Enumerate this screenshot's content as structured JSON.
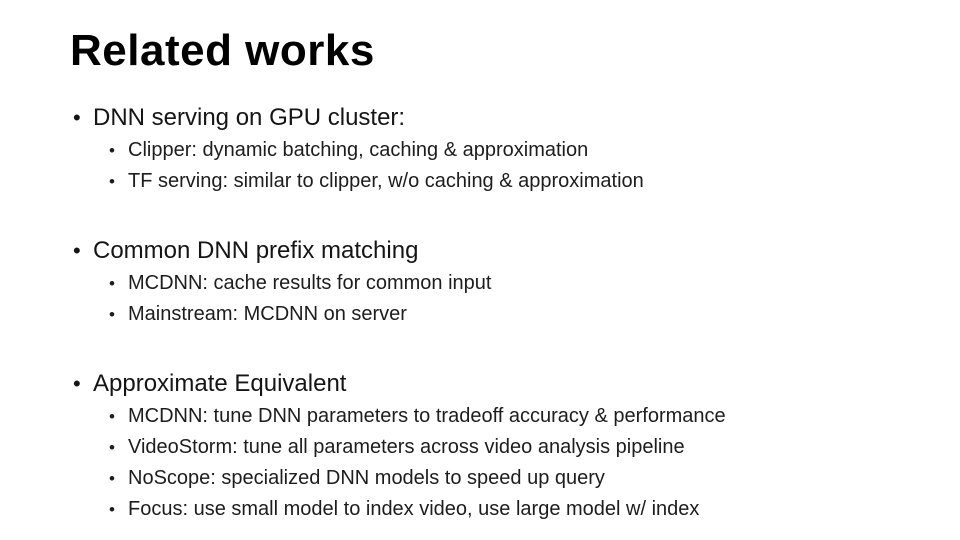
{
  "slide": {
    "title": "Related works",
    "bullet_char": "•",
    "colors": {
      "background": "#ffffff",
      "title_text": "#000000",
      "body_text": "#1a1a1a"
    },
    "groups": [
      {
        "heading": "DNN serving on GPU cluster:",
        "items": [
          "Clipper: dynamic batching, caching & approximation",
          "TF serving: similar to clipper, w/o caching & approximation"
        ]
      },
      {
        "heading": "Common DNN prefix matching",
        "items": [
          "MCDNN: cache results for common input",
          "Mainstream: MCDNN on server"
        ]
      },
      {
        "heading": "Approximate Equivalent",
        "items": [
          "MCDNN: tune DNN parameters to tradeoff accuracy & performance",
          "VideoStorm: tune all parameters across video analysis pipeline",
          "NoScope: specialized DNN models to speed up query",
          "Focus: use small model to index video, use large model w/ index"
        ]
      }
    ]
  }
}
